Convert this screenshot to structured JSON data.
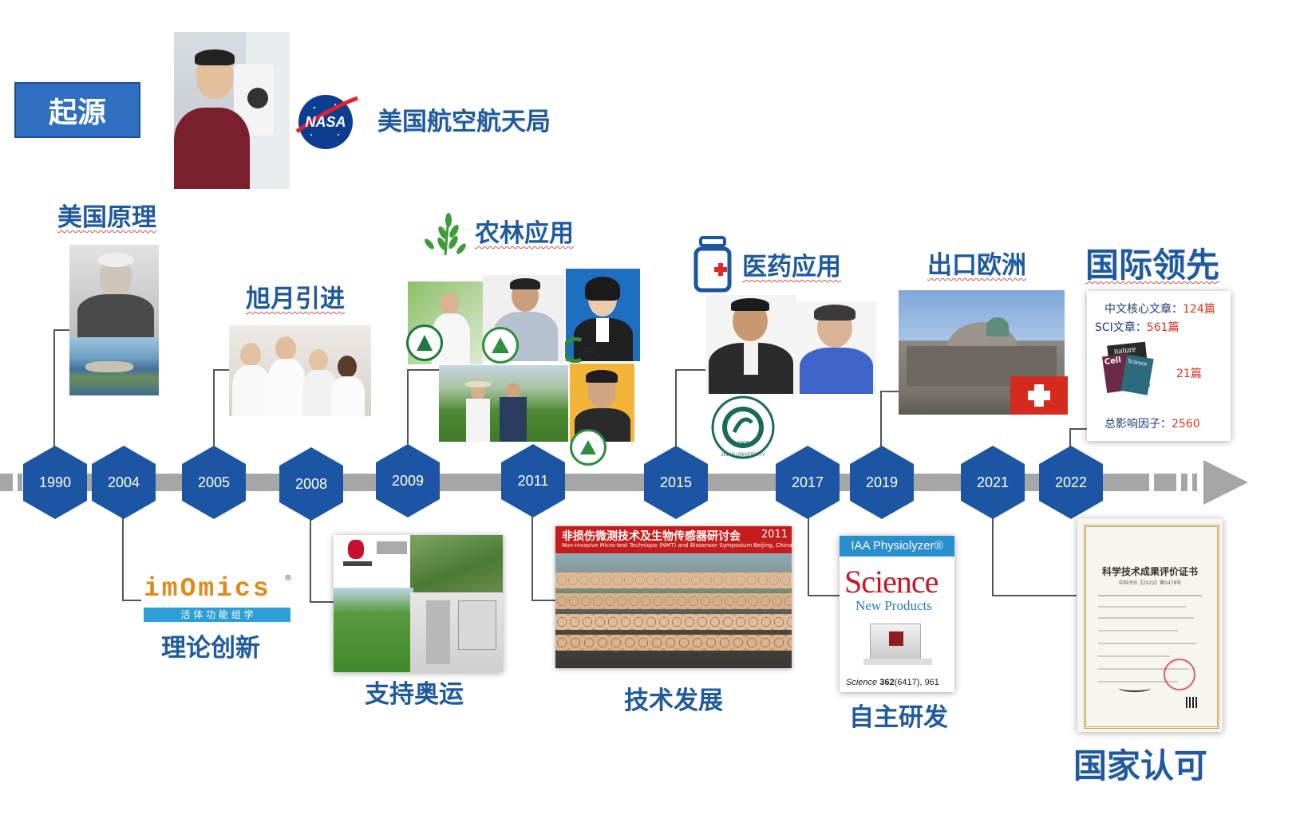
{
  "origin_label": "起源",
  "nasa": {
    "badge": "NASA",
    "name": "美国航空航天局"
  },
  "titles": {
    "us_principle": "美国原理",
    "xuyue_intro": "旭月引进",
    "agri_forestry": "农林应用",
    "medical": "医药应用",
    "export_europe": "出口欧洲",
    "intl_leading": "国际领先",
    "theory_innovation": "理论创新",
    "support_olympics": "支持奥运",
    "tech_development": "技术发展",
    "independent_rd": "自主研发",
    "national_recognition": "国家认可"
  },
  "timeline": {
    "years": [
      "1990",
      "2004",
      "2005",
      "2008",
      "2009",
      "2011",
      "2015",
      "2017",
      "2019",
      "2021",
      "2022"
    ]
  },
  "imomics": {
    "logo": "imOmics",
    "reg": "®",
    "subtitle": "活 体 功 能 组 学"
  },
  "symposium": {
    "cn_title": "非损伤微测技术及生物传感器研讨会",
    "year": "2011",
    "en_title": "Non-invasive Micro-test Technique (NMT) and Biosensor Symposium",
    "location": "Beijing, China"
  },
  "science": {
    "header": "IAA Physiolyzer®",
    "journal": "Science",
    "sub": "New Products",
    "citation_journal": "Science",
    "citation_vol": "362",
    "citation_rest": "(6417), 961"
  },
  "jinan": {
    "year": "1906",
    "name": "JINAN UNIVERSITY"
  },
  "tri": "TRI",
  "stats": {
    "cn_core_label": "中文核心文章：",
    "cn_core_value": "124篇",
    "sci_label": "SCI文章：",
    "sci_value": "561篇",
    "journals": [
      "nature",
      "Cell",
      "Science"
    ],
    "top_value": "21篇",
    "impact_label": "总影响因子：",
    "impact_value": "2560"
  },
  "certificate": {
    "title": "科学技术成果评价证书",
    "number": "中科评价【2021】第0478号"
  },
  "colors": {
    "primary": "#1c55a3",
    "title": "#1f5aa0",
    "highlight": "#e0301e",
    "bar": "#a6a6a6"
  }
}
